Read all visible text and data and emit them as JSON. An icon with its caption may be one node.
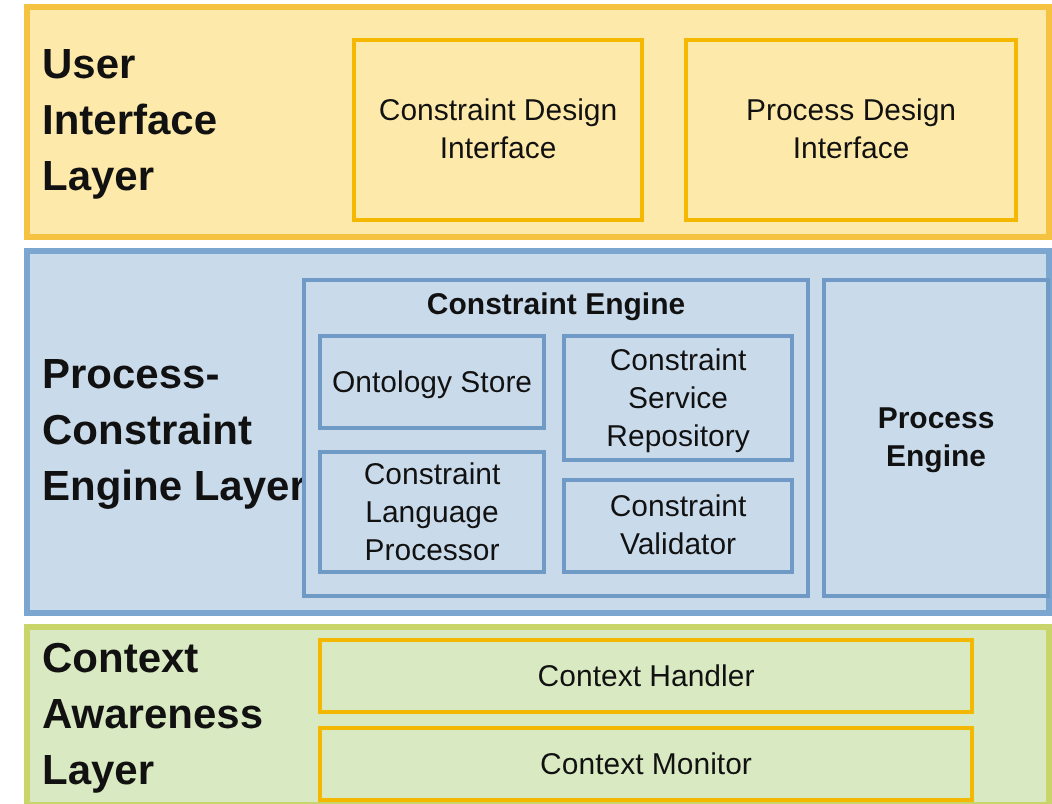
{
  "diagram": {
    "nodes": [
      {
        "text": [
          "User Interface Layer"
        ]
      },
      {
        "text": [
          "Constraint Design Interface"
        ],
        "in": 0
      },
      {
        "text": [
          "Process Design Interface"
        ],
        "in": 0
      },
      {
        "text": [
          "Process-Constraint Engine Layer"
        ]
      },
      {
        "text": [
          "Constraint Engine"
        ],
        "in": 3
      },
      {
        "text": [
          "Ontology Store"
        ],
        "in": 4
      },
      {
        "text": [
          "Constraint Service Repository"
        ],
        "in": 4
      },
      {
        "text": [
          "Constraint Language Processor"
        ],
        "in": 4
      },
      {
        "text": [
          "Constraint Validator"
        ],
        "in": 4
      },
      {
        "text": [
          "Process Engine"
        ],
        "in": 3
      },
      {
        "text": [
          "Context Awareness Layer"
        ]
      },
      {
        "text": [
          "Context Handler"
        ],
        "in": 10
      },
      {
        "text": [
          "Context Monitor"
        ],
        "in": 10
      }
    ],
    "edges": []
  }
}
